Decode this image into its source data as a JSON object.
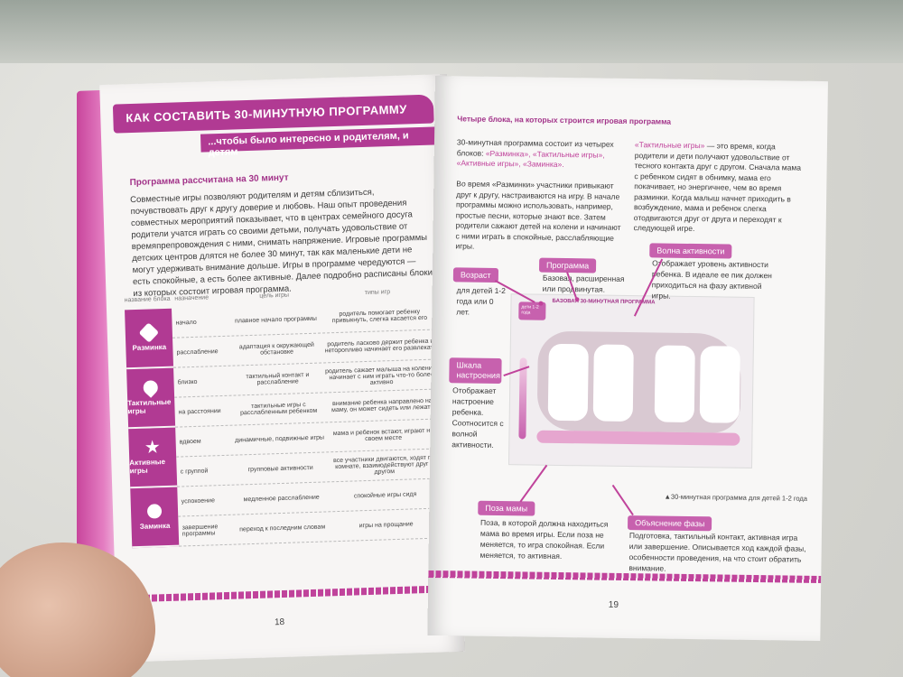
{
  "left_page": {
    "title": "КАК СОСТАВИТЬ 30-МИНУТНУЮ ПРОГРАММУ",
    "subtitle": "...чтобы было интересно и родителям, и детям",
    "section_heading": "Программа рассчитана на 30 минут",
    "body": "Совместные игры позволяют родителям и детям сблизиться, почувствовать друг к другу доверие и любовь. Наш опыт проведения совместных мероприятий показывает, что в центрах семейного досуга родители учатся играть со своими детьми, получать удовольствие от времяпрепровождения с ними, снимать напряжение. Игровые программы детских центров длятся не более 30 минут, так как маленькие дети не могут удерживать внимание дольше. Игры в программе чередуются — есть спокойные, а есть более активные. Далее подробно расписаны блоки, из которых состоит игровая программа.",
    "table_headers": [
      "название блока",
      "назначение",
      "цель игры",
      "типы игр"
    ],
    "categories": [
      {
        "label": "Разминка",
        "icon": "diamond-icon"
      },
      {
        "label": "Тактильные игры",
        "icon": "heart-icon"
      },
      {
        "label": "Активные игры",
        "icon": "star-icon"
      },
      {
        "label": "Заминка",
        "icon": "circle-icon"
      }
    ],
    "rows": [
      {
        "purpose": "начало",
        "goal": "плавное начало программы",
        "type": "родитель помогает ребенку привыкнуть, слегка касается его"
      },
      {
        "purpose": "расслабление",
        "goal": "адаптация к окружающей обстановке",
        "type": "родитель ласково держит ребенка и неторопливо начинает его развлекать"
      },
      {
        "purpose": "близко",
        "goal": "тактильный контакт и расслабление",
        "type": "родитель сажает малыша на колени и начинает с ним играть что-то более активно"
      },
      {
        "purpose": "на расстоянии",
        "goal": "тактильные игры с расслабленным ребенком",
        "type": "внимание ребенка направлено на маму, он может сидеть или лежать"
      },
      {
        "purpose": "вдвоем",
        "goal": "динамичные, подвижные игры",
        "type": "мама и ребенок встают, играют на своем месте"
      },
      {
        "purpose": "с группой",
        "goal": "групповые активности",
        "type": "все участники двигаются, ходят по комнате, взаимодействуют друг с другом"
      },
      {
        "purpose": "успокоение",
        "goal": "медленное расслабление",
        "type": "спокойные игры сидя"
      },
      {
        "purpose": "завершение программы",
        "goal": "переход к последним словам",
        "type": "игры на прощание"
      }
    ],
    "page_number": "18"
  },
  "right_page": {
    "heading": "Четыре блока, на которых строится игровая программа",
    "col1": [
      {
        "text": "30-минутная программа состоит из четырех блоков: ",
        "hl": ""
      },
      {
        "text": "",
        "hl": "«Разминка», «Тактильные игры», «Активные игры», «Заминка»."
      }
    ],
    "col1_p2_hl": "«Разминки»",
    "col1_p2": "Во время «Разминки» участники привыкают друг к другу, настраиваются на игру. В начале программы можно использовать, например, простые песни, которые знают все. Затем родители сажают детей на колени и начинают с ними играть в спокойные, расслабляющие игры.",
    "col2_hl": "«Тактильные игры»",
    "col2": "— это время, когда родители и дети получают удовольствие от тесного контакта друг с другом. Сначала мама с ребенком сидят в обнимку, мама его покачивает, но энергичнее, чем во время разминки. Когда малыш начнет приходить в возбуждение, мама и ребенок слегка отодвигаются друг от друга и переходят к следующей игре.",
    "pills": {
      "vozrast": "Возраст",
      "programma": "Программа",
      "volna": "Волна активности",
      "shkala": "Шкала настроения",
      "poza": "Поза мамы",
      "obyasnenie": "Объяснение фазы"
    },
    "notes": {
      "vozrast": "для детей 1-2 года или 0 лет.",
      "programma": "Базовая, расширенная или продвинутая.",
      "volna": "Отображает уровень активности ребенка. В идеале ее пик должен приходиться на фазу активной игры.",
      "shkala": "Отображает настроение ребенка. Соотносится с волной активности.",
      "poza": "Поза, в которой должна находиться мама во время игры. Если поза не меняется, то игра спокойная. Если меняется, то активная.",
      "obyasnenie": "Подготовка, тактильный контакт, активная игра или завершение. Описывается ход каждой фазы, особенности проведения, на что стоит обратить внимание."
    },
    "diagram_title": "БАЗОВАЯ 30-МИНУТНАЯ ПРОГРАММА",
    "diagram_badge": "дети 1-2 года",
    "caption": "▲30-минутная программа для детей 1-2 года",
    "page_number": "19"
  },
  "colors": {
    "accent": "#b13a93",
    "accent_light": "#c761ae"
  }
}
